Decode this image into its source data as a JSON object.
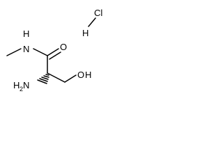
{
  "molecule": {
    "atoms": {
      "hydrogen_salt": "H",
      "chlorine": "Cl",
      "amide_n_hydrogen": "H",
      "amide_n": "N",
      "carbonyl_o": "O",
      "amine_h": "H",
      "amine_h_count": "2",
      "amine_n": "N",
      "hydroxyl_o": "O",
      "hydroxyl_h": "H"
    },
    "colors": {
      "bond": "#000000",
      "text": "#000000",
      "background": "#ffffff"
    }
  }
}
